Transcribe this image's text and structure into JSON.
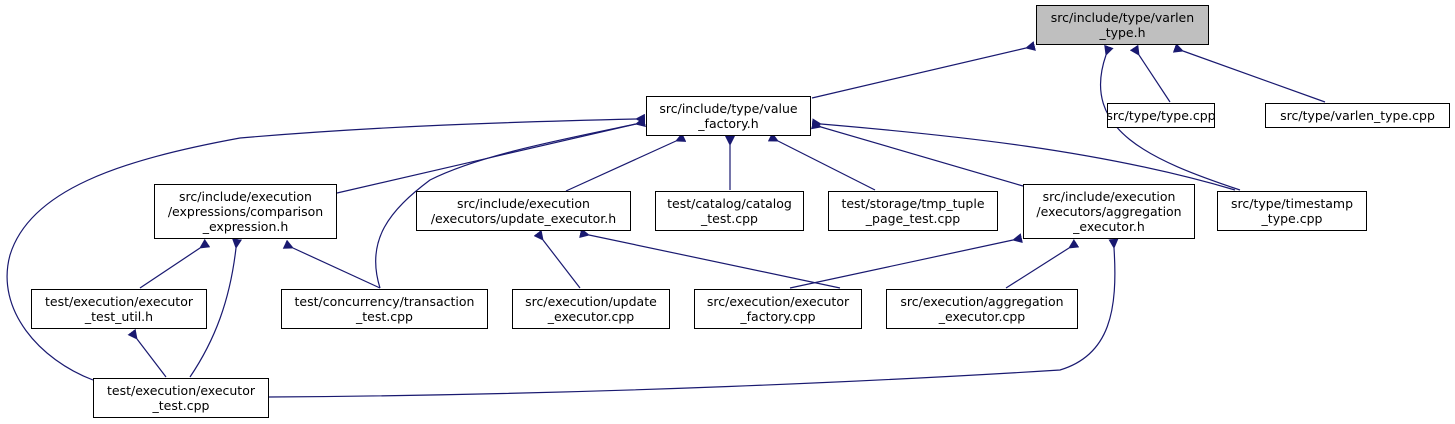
{
  "colors": {
    "edge": "#191970",
    "root_fill": "#bfbfbf",
    "node_fill": "#ffffff",
    "border": "#000000"
  },
  "nodes": {
    "varlen_type_h": {
      "lines": [
        "src/include/type/varlen",
        "_type.h"
      ]
    },
    "value_factory_h": {
      "lines": [
        "src/include/type/value",
        "_factory.h"
      ]
    },
    "type_cpp": {
      "lines": [
        "src/type/type.cpp"
      ]
    },
    "varlen_type_cpp": {
      "lines": [
        "src/type/varlen_type.cpp"
      ]
    },
    "comparison_expression_h": {
      "lines": [
        "src/include/execution",
        "/expressions/comparison",
        "_expression.h"
      ]
    },
    "update_executor_h": {
      "lines": [
        "src/include/execution",
        "/executors/update_executor.h"
      ]
    },
    "catalog_test_cpp": {
      "lines": [
        "test/catalog/catalog",
        "_test.cpp"
      ]
    },
    "tmp_tuple_page_test_cpp": {
      "lines": [
        "test/storage/tmp_tuple",
        "_page_test.cpp"
      ]
    },
    "aggregation_executor_h": {
      "lines": [
        "src/include/execution",
        "/executors/aggregation",
        "_executor.h"
      ]
    },
    "timestamp_type_cpp": {
      "lines": [
        "src/type/timestamp",
        "_type.cpp"
      ]
    },
    "executor_test_util_h": {
      "lines": [
        "test/execution/executor",
        "_test_util.h"
      ]
    },
    "transaction_test_cpp": {
      "lines": [
        "test/concurrency/transaction",
        "_test.cpp"
      ]
    },
    "update_executor_cpp": {
      "lines": [
        "src/execution/update",
        "_executor.cpp"
      ]
    },
    "executor_factory_cpp": {
      "lines": [
        "src/execution/executor",
        "_factory.cpp"
      ]
    },
    "aggregation_executor_cpp": {
      "lines": [
        "src/execution/aggregation",
        "_executor.cpp"
      ]
    },
    "executor_test_cpp": {
      "lines": [
        "test/execution/executor",
        "_test.cpp"
      ]
    }
  }
}
